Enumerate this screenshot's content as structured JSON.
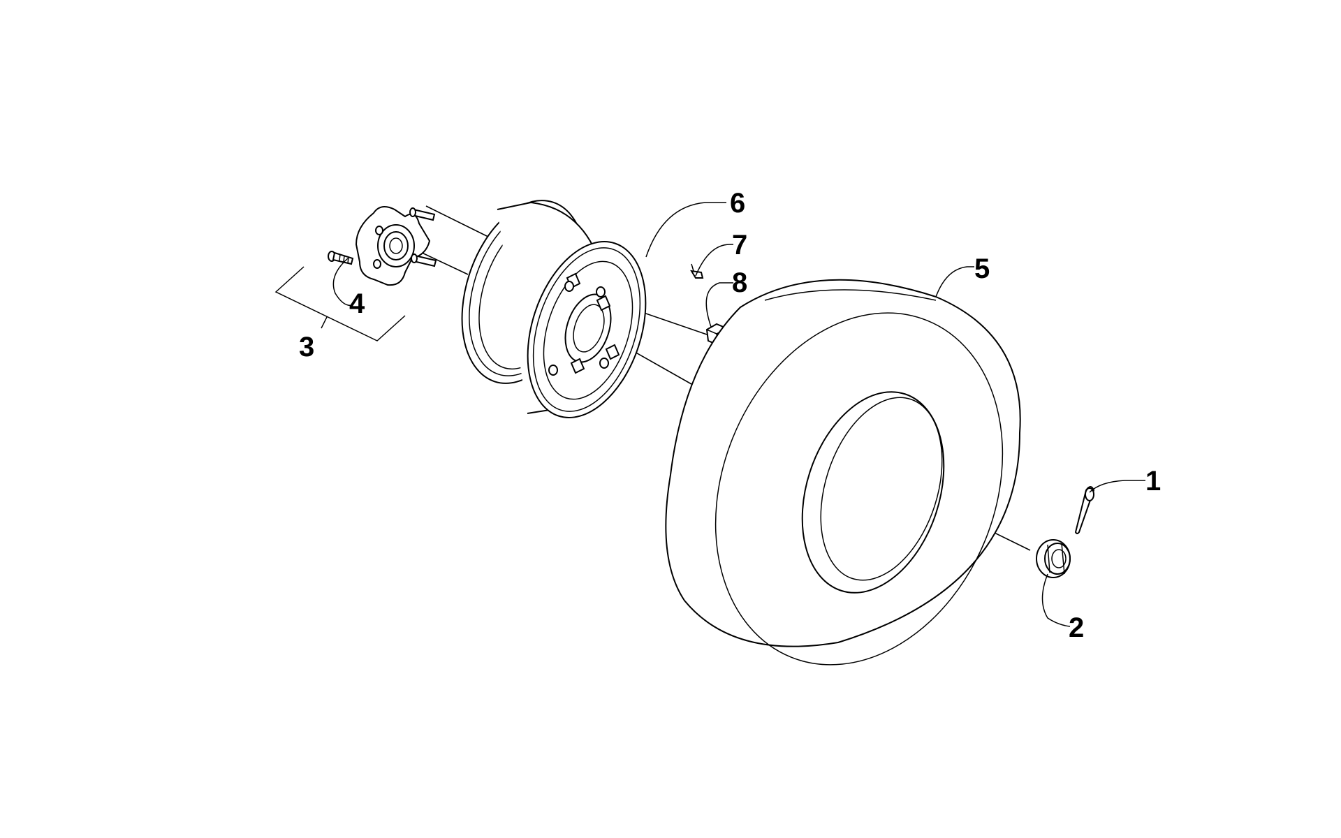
{
  "diagram": {
    "colors": {
      "line": "#000000",
      "background": "#ffffff"
    },
    "callouts": [
      {
        "id": "1",
        "label": "1",
        "part": "cotter-pin"
      },
      {
        "id": "2",
        "label": "2",
        "part": "castle-nut"
      },
      {
        "id": "3",
        "label": "3",
        "part": "hub-assembly"
      },
      {
        "id": "4",
        "label": "4",
        "part": "wheel-stud"
      },
      {
        "id": "5",
        "label": "5",
        "part": "tire"
      },
      {
        "id": "6",
        "label": "6",
        "part": "wheel-rim"
      },
      {
        "id": "7",
        "label": "7",
        "part": "valve-stem"
      },
      {
        "id": "8",
        "label": "8",
        "part": "lug-nut"
      }
    ]
  }
}
